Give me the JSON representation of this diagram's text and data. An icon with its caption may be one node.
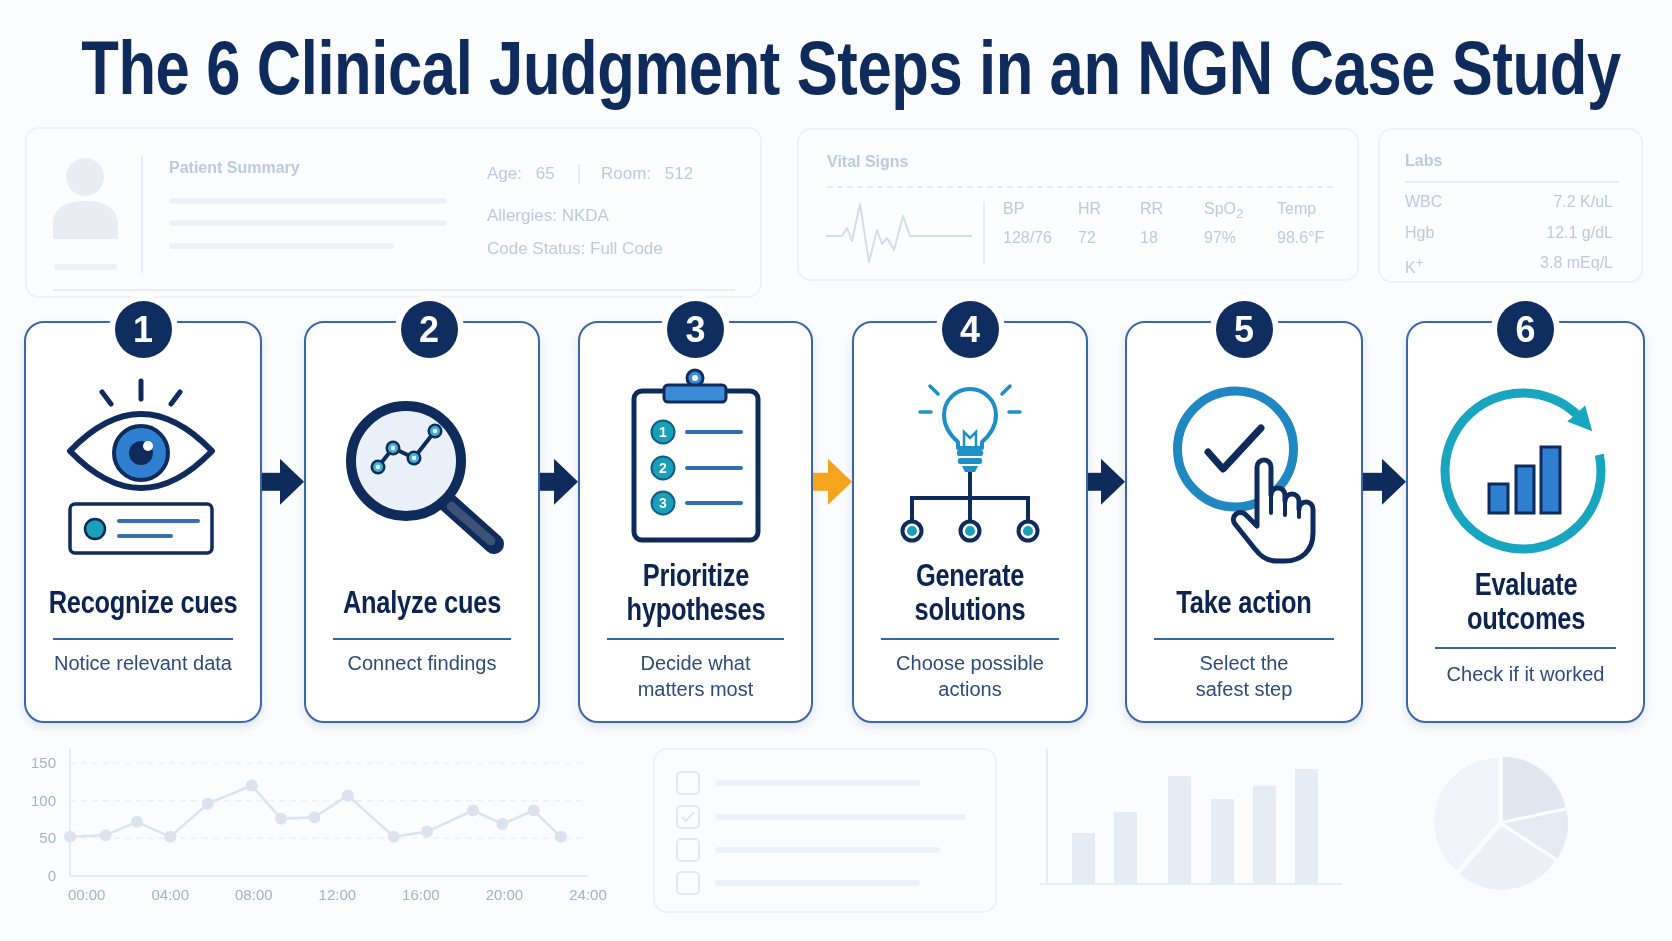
{
  "diagram": {
    "title": "The 6 Clinical Judgment Steps in an NGN Case Study",
    "nodes": [
      {
        "text": [
          "Patient Summary",
          "Age: 65",
          "Room: 512",
          "Allergies: NKDA",
          "Code Status: Full Code"
        ]
      },
      {
        "text": [
          "Vital Signs",
          "BP",
          "HR",
          "RR",
          "SpO$_{2}$",
          "Temp",
          "128/76",
          "72",
          "18",
          "97%",
          "98.6°F"
        ]
      },
      {
        "text": [
          "Labs",
          "WBC",
          "7.2 K/uL",
          "Hgb",
          "12.1 g/dL",
          "K$^{+}$",
          "3.8 mEq/L"
        ]
      },
      {
        "text": [
          "1"
        ]
      },
      {
        "text": [
          "Recognize cues",
          "Notice relevant data"
        ]
      },
      {
        "text": [
          "2"
        ]
      },
      {
        "text": [
          "Analyze cues",
          "Connect findings"
        ]
      },
      {
        "text": [
          "3"
        ]
      },
      {
        "text": [
          "Prioritize hypotheses",
          "Decide what matters most"
        ]
      },
      {
        "text": [
          "4"
        ]
      },
      {
        "text": [
          "Generate solutions",
          "Choose possible actions"
        ]
      },
      {
        "text": [
          "5"
        ]
      },
      {
        "text": [
          "Take action",
          "Select the safest step"
        ]
      },
      {
        "text": [
          "6"
        ]
      },
      {
        "text": [
          "Evaluate outcomes",
          "Check if it worked"
        ]
      }
    ],
    "edges": [
      {
        "from": 4,
        "to": 6,
        "arrow": "to"
      },
      {
        "from": 6,
        "to": 8,
        "arrow": "to"
      },
      {
        "from": 8,
        "to": 10,
        "arrow": "to",
        "color": "#f5a51d"
      },
      {
        "from": 10,
        "to": 12,
        "arrow": "to"
      },
      {
        "from": 12,
        "to": 14,
        "arrow": "to"
      }
    ],
    "labels": [
      "1",
      "2",
      "3"
    ],
    "chart_data": {
      "type": "line",
      "x": [
        -0.8,
        0.9,
        2.4,
        4,
        5.8,
        7.9,
        9.3,
        10.9,
        12.5,
        14.7,
        16.3,
        18.5,
        19.9,
        21.4,
        22.7
      ],
      "series": [
        {
          "color": "#dce3ed",
          "marker": "circle",
          "values": [
            52,
            54,
            72,
            52,
            96,
            120,
            76,
            78,
            107,
            52,
            59,
            87,
            69,
            87,
            52
          ]
        }
      ],
      "xlim": [
        -0.8,
        24
      ],
      "ylim": [
        0,
        150
      ],
      "xticks": [
        {
          "value": 0,
          "label": "00:00"
        },
        {
          "value": 4,
          "label": "04:00"
        },
        {
          "value": 8,
          "label": "08:00"
        },
        {
          "value": 12,
          "label": "12:00"
        },
        {
          "value": 16,
          "label": "16:00"
        },
        {
          "value": 20,
          "label": "20:00"
        },
        {
          "value": 24,
          "label": "24:00"
        }
      ],
      "yticks": [
        0,
        50,
        100,
        150
      ]
    }
  }
}
